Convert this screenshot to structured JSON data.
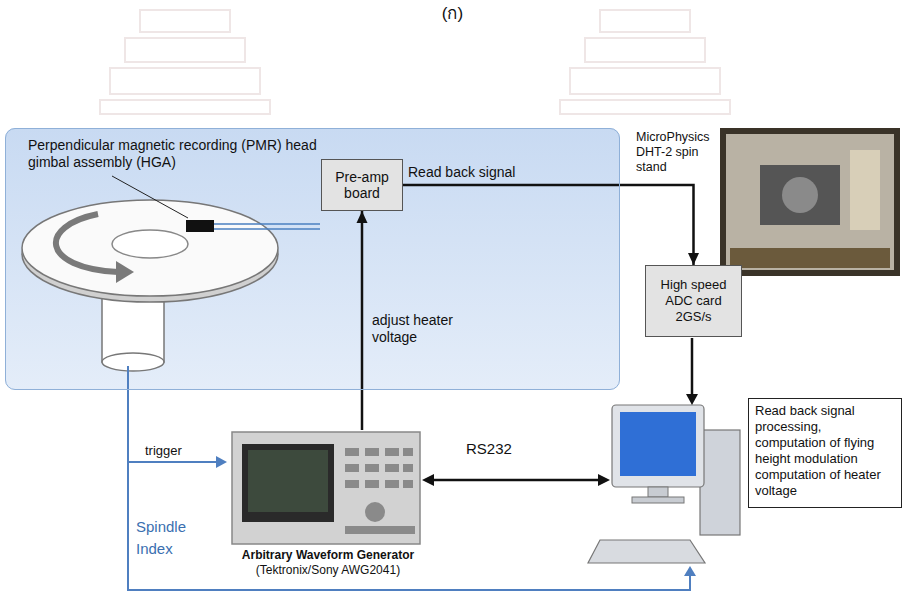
{
  "diagram": {
    "nodes": [
      {
        "text": [
          "Perpendicular magnetic recording (PMR) head gimbal assembly (HGA)"
        ]
      },
      {
        "text": [
          "Pre-amp board"
        ],
        "in": 0
      },
      {
        "text": [
          "High speed ADC card 2GS/s"
        ]
      },
      {
        "text": [
          "Arbitrary Waveform Generator",
          "(Tektronix/Sony AWG2041)"
        ]
      },
      {
        "text": [
          "Read back signal processing, computation of flying height modulation computation of heater voltage"
        ]
      }
    ],
    "edges": [
      {
        "from": 1,
        "to": 2,
        "arrow": "to",
        "label": "Read back signal"
      },
      {
        "from": 3,
        "to": 1,
        "arrow": "to",
        "label": "adjust heater voltage"
      }
    ],
    "labels": [
      "(ก)",
      "MicroPhysics DHT-2 spin stand",
      "trigger",
      "RS232",
      "Spindle Index"
    ]
  }
}
